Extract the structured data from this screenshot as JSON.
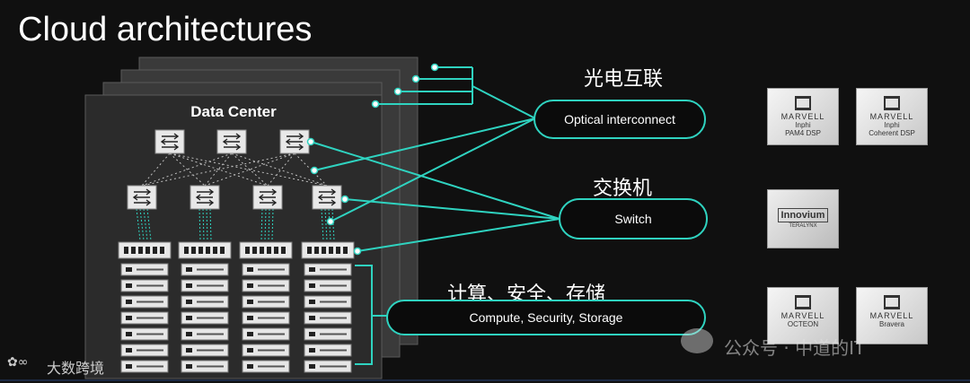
{
  "title": "Cloud architectures",
  "data_center": {
    "label": "Data Center"
  },
  "groups": [
    {
      "cn": "光电互联",
      "en": "Optical interconnect"
    },
    {
      "cn": "交换机",
      "en": "Switch"
    },
    {
      "cn": "计算、安全、存储",
      "en": "Compute, Security, Storage"
    }
  ],
  "chips": [
    {
      "brand": "MARVELL",
      "line1": "Inphi",
      "line2": "PAM4 DSP"
    },
    {
      "brand": "MARVELL",
      "line1": "Inphi",
      "line2": "Coherent DSP"
    },
    {
      "brand": "Innovium",
      "line1": "TERALYNX",
      "line2": ""
    },
    {
      "brand": "MARVELL",
      "line1": "OCTEON",
      "line2": ""
    },
    {
      "brand": "MARVELL",
      "line1": "Bravera",
      "line2": ""
    }
  ],
  "watermark": {
    "left": "大数跨境",
    "right": "公众号 · 中道的IT",
    "left_icon": "kbo-logo-icon",
    "right_icon": "wechat-icon"
  },
  "colors": {
    "accent": "#2fd3c0",
    "background": "#101010",
    "panel": "#2e2e2e"
  }
}
